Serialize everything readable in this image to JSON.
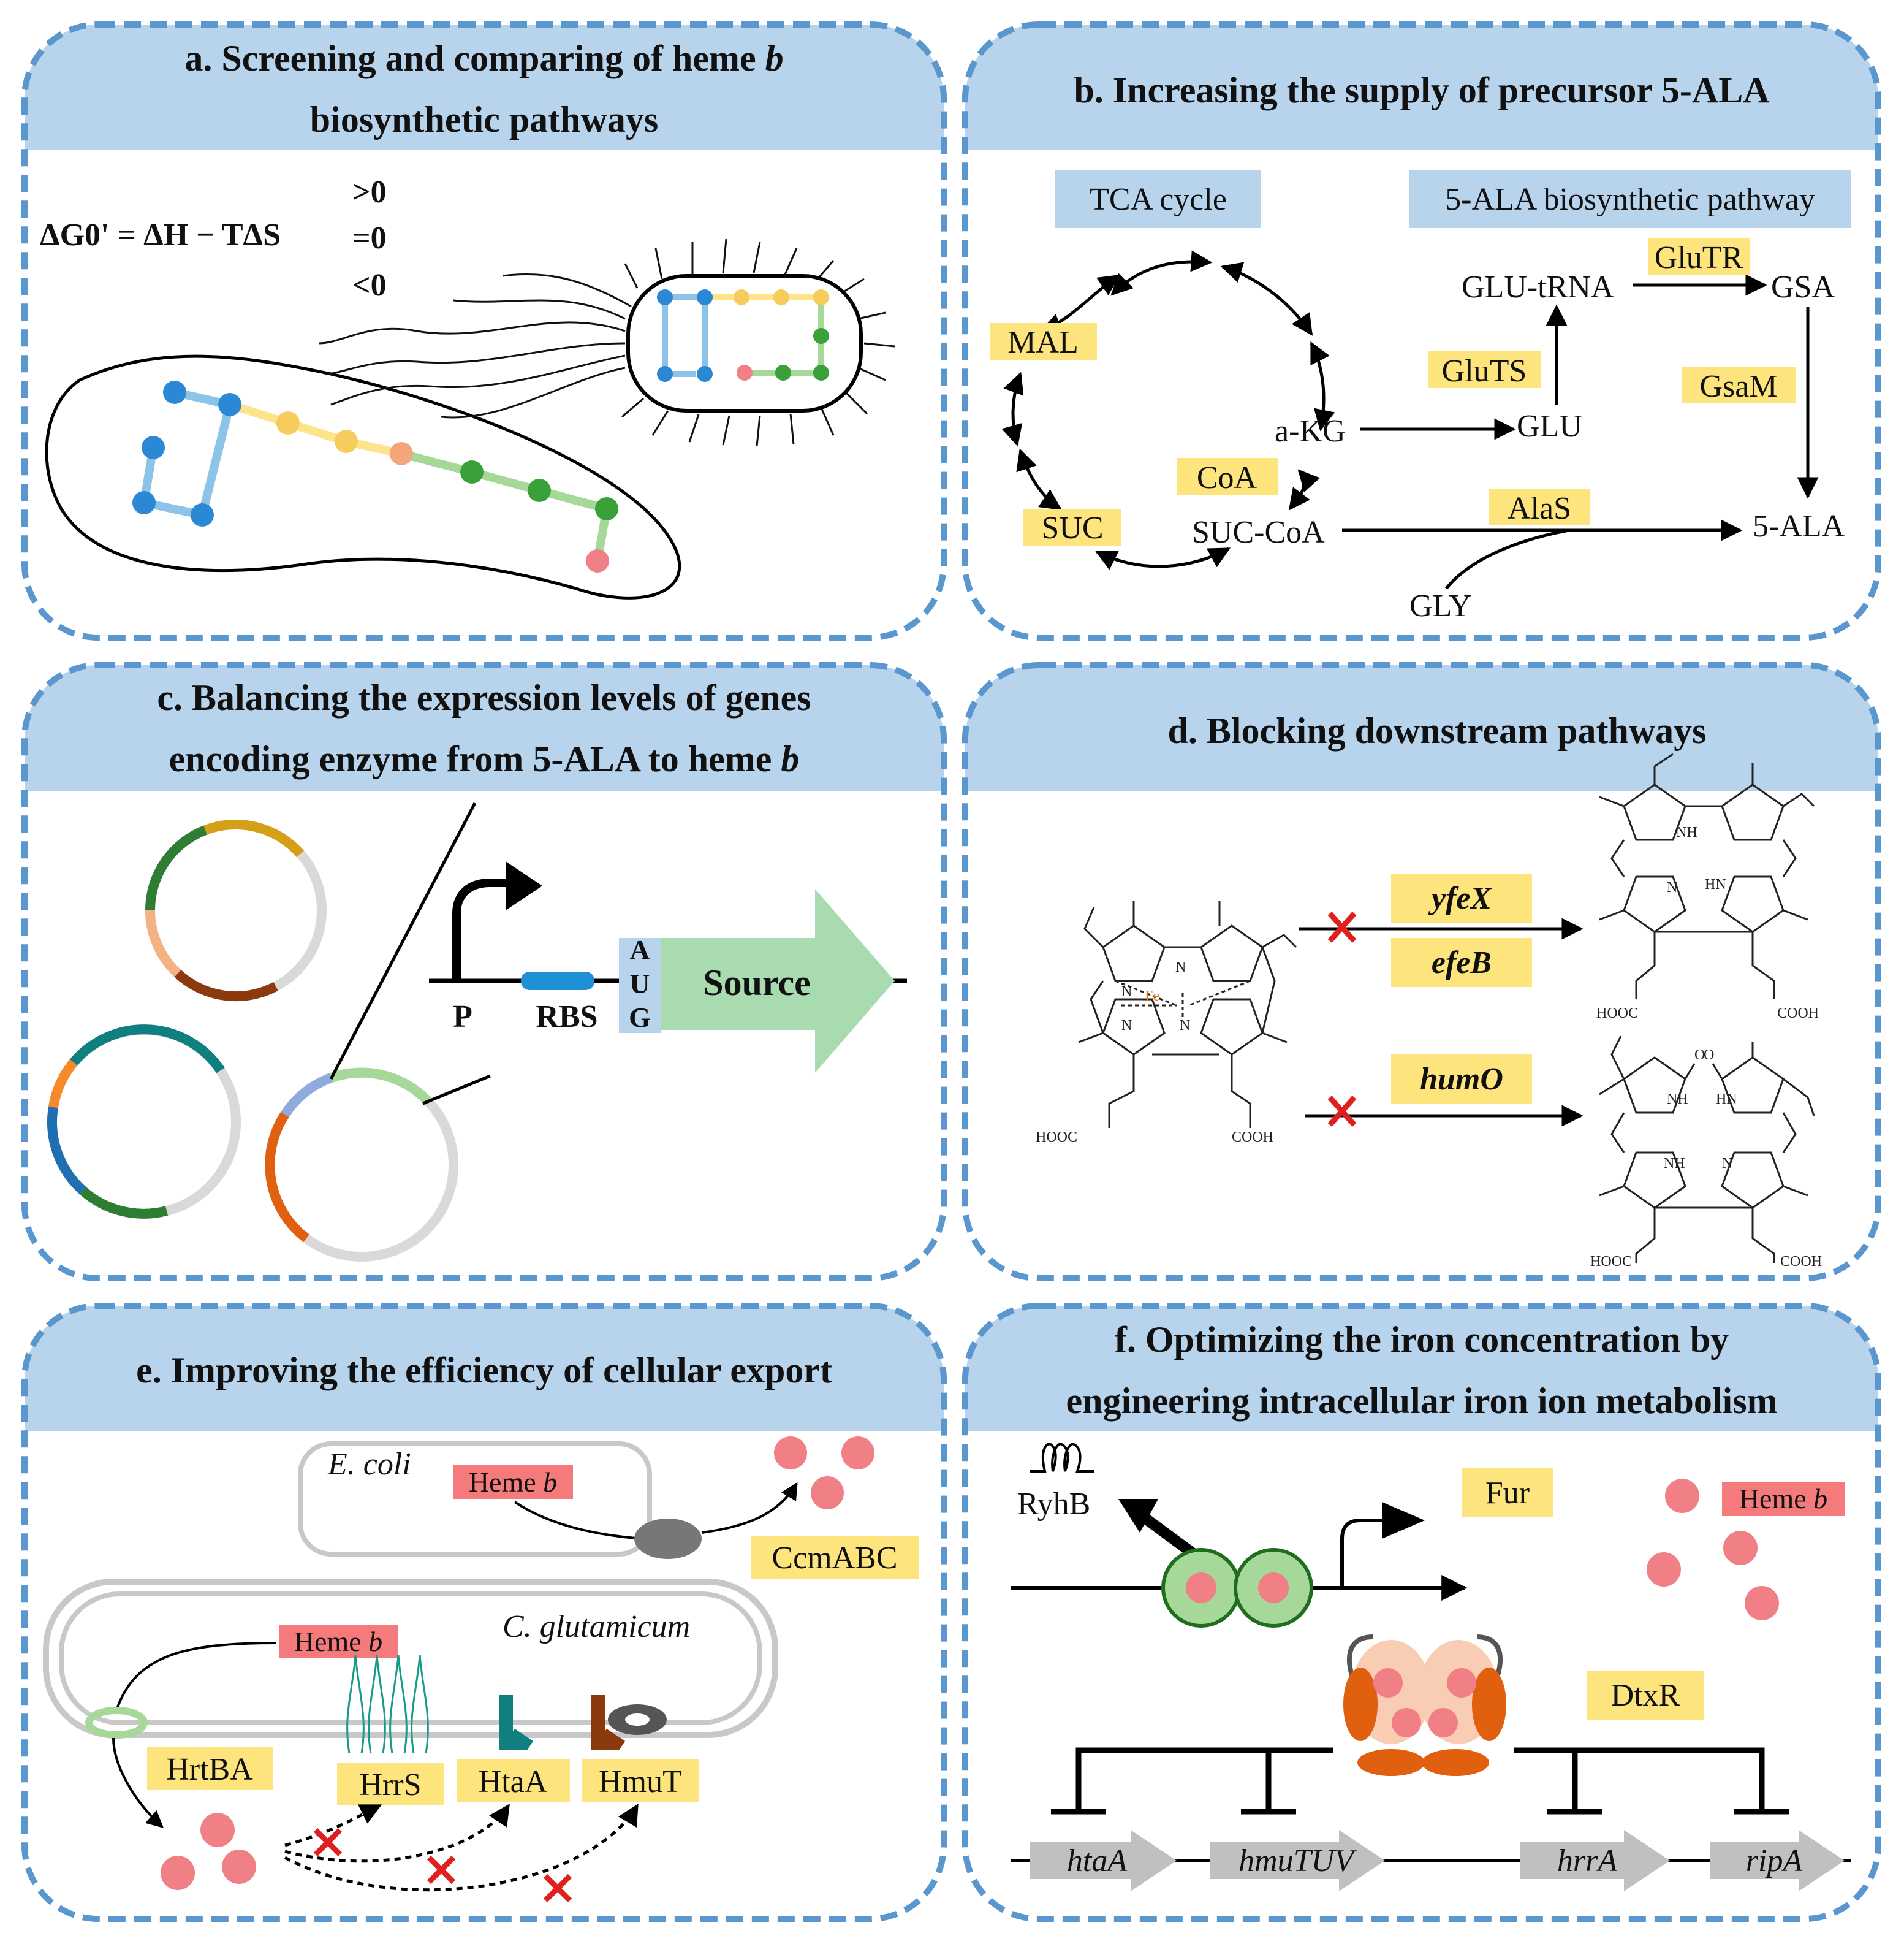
{
  "panels": {
    "a": {
      "title_line1": "a. Screening and comparing of heme",
      "title_line1_italic": "b",
      "title_line2": "biosynthetic pathways",
      "equation": "ΔG0' = ΔH − TΔS",
      "gt": ">0",
      "eq": "=0",
      "lt": "<0"
    },
    "b": {
      "title": "b. Increasing the supply of precursor 5-ALA",
      "tca_label": "TCA cycle",
      "ala_pathway_label": "5-ALA biosynthetic pathway",
      "mal": "MAL",
      "suc": "SUC",
      "coa": "CoA",
      "akg": "a-KG",
      "succoa": "SUC-CoA",
      "glu": "GLU",
      "glutrna": "GLU-tRNA",
      "gsa": "GSA",
      "ala": "5-ALA",
      "gly": "GLY",
      "glutr": "GluTR",
      "gluts": "GluTS",
      "gsam": "GsaM",
      "alas": "AlaS"
    },
    "c": {
      "title_line1": "c. Balancing the expression levels of genes",
      "title_line2": "encoding enzyme from 5-ALA to heme",
      "title_line2_italic": "b",
      "promoter": "P",
      "rbs": "RBS",
      "a": "A",
      "u": "U",
      "g": "G",
      "source": "Source"
    },
    "d": {
      "title": "d. Blocking downstream pathways",
      "yfex": "yfeX",
      "efeb": "efeB",
      "humo": "humO",
      "nh": "NH",
      "hn": "HN",
      "n": "N",
      "fe": "Fe",
      "o": "O",
      "hooc": "HOOC",
      "cooh": "COOH"
    },
    "e": {
      "title": "e. Improving the efficiency of cellular export",
      "ecoli": "E. coli",
      "cglut": "C. glutamicum",
      "heme": "Heme",
      "heme_italic": "b",
      "ccmabc": "CcmABC",
      "hrtba": "HrtBA",
      "hrrs": "HrrS",
      "htaa": "HtaA",
      "hmut": "HmuT"
    },
    "f": {
      "title_line1": "f. Optimizing the iron concentration by",
      "title_line2": "engineering intracellular iron ion metabolism",
      "ryhb": "RyhB",
      "fur": "Fur",
      "dtxr": "DtxR",
      "heme": "Heme",
      "heme_italic": "b",
      "hta": "htaA",
      "hmutuv": "hmuTUV",
      "hrra": "hrrA",
      "ripa": "ripA"
    }
  },
  "colors": {
    "header": "#b8d3ec",
    "border": "#5a97cf",
    "highlight": "#fde47c",
    "heme_label": "#f47a7c",
    "heme_dot": "#f07f86",
    "blue": "#4a9bd6",
    "light_blue": "#8ec3e8",
    "yellow": "#fde48a",
    "green": "#4caa44",
    "light_green": "#a6d89a",
    "red_x": "#e0201e",
    "gene_gray": "#c0c0c0",
    "source_green": "#a8dcb0"
  }
}
